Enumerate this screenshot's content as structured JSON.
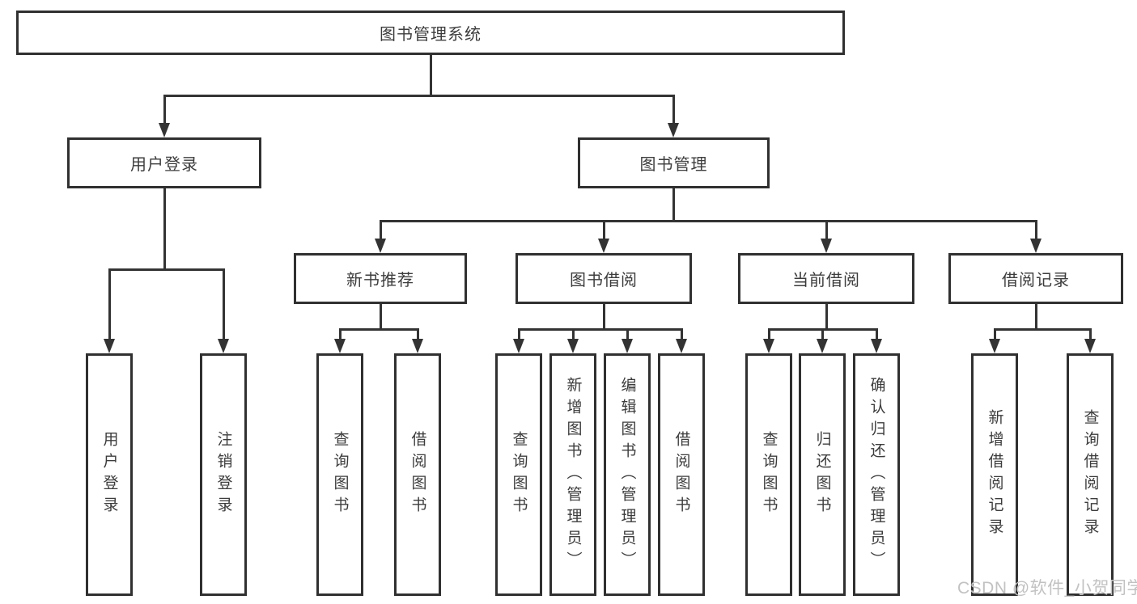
{
  "diagram": {
    "title_node": "图书管理系统",
    "root": {
      "label": "图书管理系统"
    },
    "branches": [
      {
        "label": "用户登录",
        "children": [
          {
            "label": "用户登录"
          },
          {
            "label": "注销登录"
          }
        ]
      },
      {
        "label": "图书管理",
        "children": [
          {
            "label": "新书推荐",
            "children": [
              {
                "label": "查询图书"
              },
              {
                "label": "借阅图书"
              }
            ]
          },
          {
            "label": "图书借阅",
            "children": [
              {
                "label": "查询图书"
              },
              {
                "label": "新增图书（管理员）"
              },
              {
                "label": "编辑图书（管理员）"
              },
              {
                "label": "借阅图书"
              }
            ]
          },
          {
            "label": "当前借阅",
            "children": [
              {
                "label": "查询图书"
              },
              {
                "label": "归还图书"
              },
              {
                "label": "确认归还（管理员）"
              }
            ]
          },
          {
            "label": "借阅记录",
            "children": [
              {
                "label": "新增借阅记录"
              },
              {
                "label": "查询借阅记录"
              }
            ]
          }
        ]
      }
    ],
    "watermark": "CSDN @软件_小贺同学",
    "colors": {
      "line": "#333333",
      "text": "#3c3c3c",
      "watermark": "#c2c2c2",
      "background": "#ffffff"
    }
  }
}
